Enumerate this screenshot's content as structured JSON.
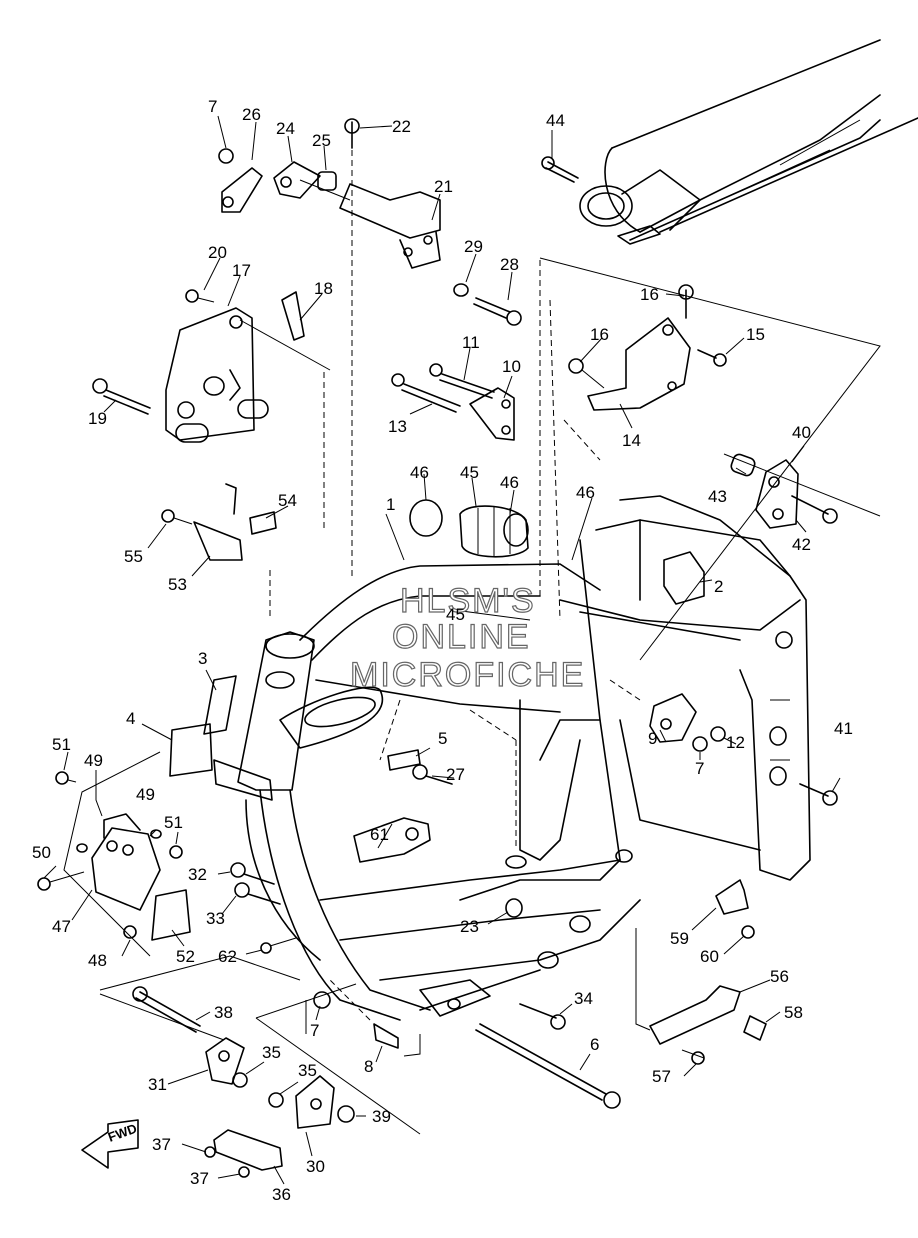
{
  "watermark": {
    "line1": "HLSM'S",
    "line2": "ONLINE",
    "line3": "MICROFICHE"
  },
  "fwd_arrow": {
    "label": "FWD"
  },
  "callouts": [
    {
      "id": "c1",
      "text": "1"
    },
    {
      "id": "c2",
      "text": "2"
    },
    {
      "id": "c3",
      "text": "3"
    },
    {
      "id": "c4",
      "text": "4"
    },
    {
      "id": "c5",
      "text": "5"
    },
    {
      "id": "c6",
      "text": "6"
    },
    {
      "id": "c7a",
      "text": "7"
    },
    {
      "id": "c7b",
      "text": "7"
    },
    {
      "id": "c7c",
      "text": "7"
    },
    {
      "id": "c8",
      "text": "8"
    },
    {
      "id": "c9",
      "text": "9"
    },
    {
      "id": "c10",
      "text": "10"
    },
    {
      "id": "c11",
      "text": "11"
    },
    {
      "id": "c12",
      "text": "12"
    },
    {
      "id": "c13",
      "text": "13"
    },
    {
      "id": "c14",
      "text": "14"
    },
    {
      "id": "c15",
      "text": "15"
    },
    {
      "id": "c16a",
      "text": "16"
    },
    {
      "id": "c16b",
      "text": "16"
    },
    {
      "id": "c17",
      "text": "17"
    },
    {
      "id": "c18",
      "text": "18"
    },
    {
      "id": "c19",
      "text": "19"
    },
    {
      "id": "c20",
      "text": "20"
    },
    {
      "id": "c21",
      "text": "21"
    },
    {
      "id": "c22",
      "text": "22"
    },
    {
      "id": "c23",
      "text": "23"
    },
    {
      "id": "c24",
      "text": "24"
    },
    {
      "id": "c25",
      "text": "25"
    },
    {
      "id": "c26",
      "text": "26"
    },
    {
      "id": "c27",
      "text": "27"
    },
    {
      "id": "c28",
      "text": "28"
    },
    {
      "id": "c29",
      "text": "29"
    },
    {
      "id": "c30",
      "text": "30"
    },
    {
      "id": "c31",
      "text": "31"
    },
    {
      "id": "c32",
      "text": "32"
    },
    {
      "id": "c33",
      "text": "33"
    },
    {
      "id": "c34",
      "text": "34"
    },
    {
      "id": "c35a",
      "text": "35"
    },
    {
      "id": "c35b",
      "text": "35"
    },
    {
      "id": "c36",
      "text": "36"
    },
    {
      "id": "c37a",
      "text": "37"
    },
    {
      "id": "c37b",
      "text": "37"
    },
    {
      "id": "c38",
      "text": "38"
    },
    {
      "id": "c39",
      "text": "39"
    },
    {
      "id": "c40",
      "text": "40"
    },
    {
      "id": "c41",
      "text": "41"
    },
    {
      "id": "c42",
      "text": "42"
    },
    {
      "id": "c43",
      "text": "43"
    },
    {
      "id": "c44",
      "text": "44"
    },
    {
      "id": "c45a",
      "text": "45"
    },
    {
      "id": "c45b",
      "text": "45"
    },
    {
      "id": "c46a",
      "text": "46"
    },
    {
      "id": "c46b",
      "text": "46"
    },
    {
      "id": "c46c",
      "text": "46"
    },
    {
      "id": "c47",
      "text": "47"
    },
    {
      "id": "c48",
      "text": "48"
    },
    {
      "id": "c49a",
      "text": "49"
    },
    {
      "id": "c49b",
      "text": "49"
    },
    {
      "id": "c50",
      "text": "50"
    },
    {
      "id": "c51a",
      "text": "51"
    },
    {
      "id": "c51b",
      "text": "51"
    },
    {
      "id": "c52",
      "text": "52"
    },
    {
      "id": "c53",
      "text": "53"
    },
    {
      "id": "c54",
      "text": "54"
    },
    {
      "id": "c55",
      "text": "55"
    },
    {
      "id": "c56",
      "text": "56"
    },
    {
      "id": "c57",
      "text": "57"
    },
    {
      "id": "c58",
      "text": "58"
    },
    {
      "id": "c59",
      "text": "59"
    },
    {
      "id": "c60",
      "text": "60"
    },
    {
      "id": "c61",
      "text": "61"
    },
    {
      "id": "c62",
      "text": "62"
    }
  ]
}
